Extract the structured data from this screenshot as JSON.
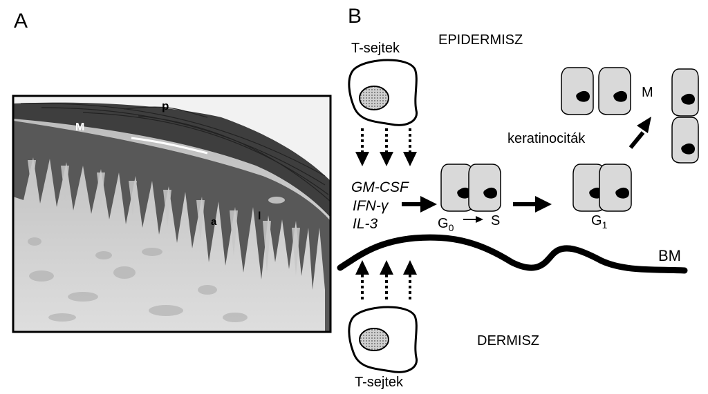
{
  "panel_a": {
    "label": "A",
    "image_labels": {
      "p": "p",
      "m": "M",
      "a": "a",
      "l": "l"
    }
  },
  "panel_b": {
    "label": "B",
    "t_cells_top": "T-sejtek",
    "t_cells_bottom": "T-sejtek",
    "epidermis": "EPIDERMISZ",
    "dermis": "DERMISZ",
    "keratinocytes": "keratinociták",
    "cytokines": [
      "GM-CSF",
      "IFN-γ",
      "IL-3"
    ],
    "phase_g0": "G",
    "phase_g0_sub": "0",
    "phase_s": "S",
    "phase_g1": "G",
    "phase_g1_sub": "1",
    "phase_m": "M",
    "basement_membrane": "BM"
  },
  "colors": {
    "cell_fill": "#d9d9d9",
    "nucleus_fill": "#a9a9a9",
    "outline": "#000000",
    "epidermis_tissue": "#5a5a5a",
    "dermis_tissue": "#cfcfcf"
  }
}
